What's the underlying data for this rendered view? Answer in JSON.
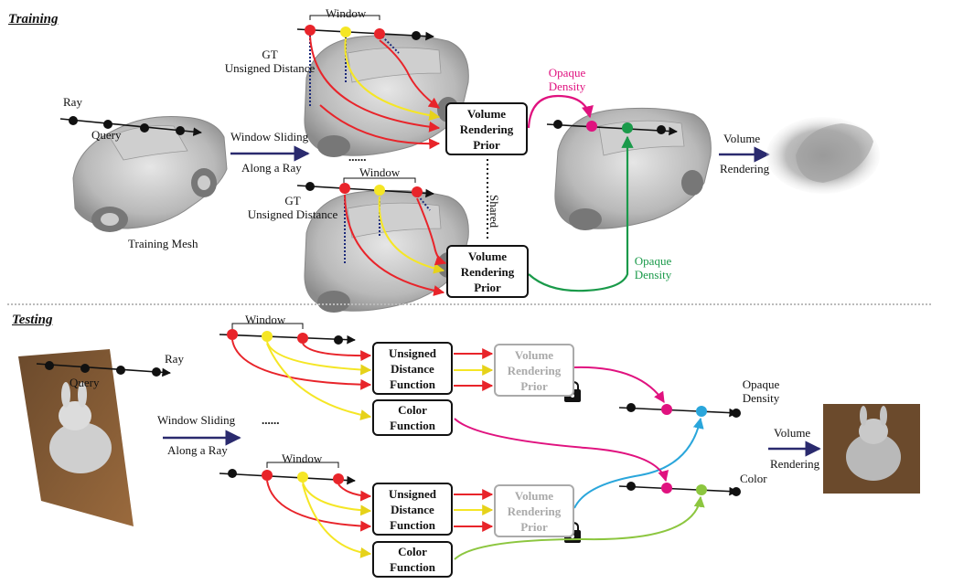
{
  "training": {
    "section_title": "Training",
    "ray_label": "Ray",
    "query_label": "Query",
    "mesh_label": "Training Mesh",
    "window_label_top": "Window",
    "window_label_bottom": "Window",
    "gt_label_top": "GT\nUnsigned Distance",
    "gt_label_bottom": "GT\nUnsigned Distance",
    "window_sliding": "Window Sliding",
    "along_ray": "Along a Ray",
    "ellipsis": "......",
    "vrp_top": "Volume\nRendering\nPrior",
    "vrp_bottom": "Volume\nRendering\nPrior",
    "shared_label": "Shared",
    "opaque_density_top": "Opaque\nDensity",
    "opaque_density_bottom": "Opaque\nDensity",
    "volume": "Volume",
    "rendering": "Rendering"
  },
  "testing": {
    "section_title": "Testing",
    "ray_label": "Ray",
    "query_label": "Query",
    "window_label_top": "Window",
    "window_label_bottom": "Window",
    "window_sliding": "Window Sliding",
    "along_ray": "Along a Ray",
    "ellipsis": "......",
    "udf_top": "Unsigned\nDistance\nFunction",
    "udf_bottom": "Unsigned\nDistance\nFunction",
    "color_fn_top": "Color\nFunction",
    "color_fn_bottom": "Color\nFunction",
    "vrp_top": "Volume\nRendering\nPrior",
    "vrp_bottom": "Volume\nRendering\nPrior",
    "opaque_density": "Opaque\nDensity",
    "color": "Color",
    "volume": "Volume",
    "rendering": "Rendering"
  },
  "colors": {
    "red": "#e8242a",
    "yellow": "#f5e625",
    "magenta": "#e0127f",
    "green": "#1a9a4a",
    "blue": "#2aa6db",
    "lightgreen": "#8cc63f",
    "navy": "#2a2a6e",
    "gray": "#aaaaaa"
  }
}
